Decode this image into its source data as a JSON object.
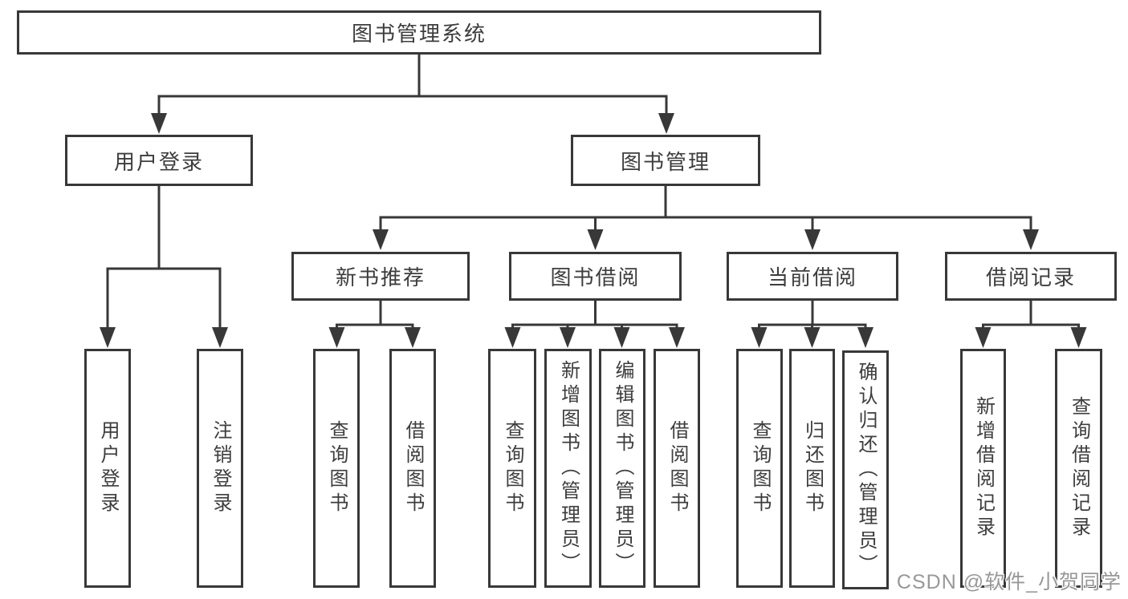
{
  "diagram_type": "hierarchy-tree",
  "colors": {
    "background": "#ffffff",
    "line": "#383838",
    "box_border": "#383838",
    "box_fill": "#ffffff",
    "text": "#3d3d3d",
    "watermark": "#989898"
  },
  "tree": {
    "root": {
      "label": "图书管理系统",
      "children": [
        {
          "label": "用户登录",
          "children": [
            {
              "label": "用户登录"
            },
            {
              "label": "注销登录"
            }
          ]
        },
        {
          "label": "图书管理",
          "children": [
            {
              "label": "新书推荐",
              "children": [
                {
                  "label": "查询图书"
                },
                {
                  "label": "借阅图书"
                }
              ]
            },
            {
              "label": "图书借阅",
              "children": [
                {
                  "label": "查询图书"
                },
                {
                  "label": "新增图书（管理员）"
                },
                {
                  "label": "编辑图书（管理员）"
                },
                {
                  "label": "借阅图书"
                }
              ]
            },
            {
              "label": "当前借阅",
              "children": [
                {
                  "label": "查询图书"
                },
                {
                  "label": "归还图书"
                },
                {
                  "label": "确认归还（管理员）"
                }
              ]
            },
            {
              "label": "借阅记录",
              "children": [
                {
                  "label": "新增借阅记录"
                },
                {
                  "label": "查询借阅记录"
                }
              ]
            }
          ]
        }
      ]
    }
  },
  "watermark": {
    "text": "CSDN @软件_小贺同学"
  }
}
